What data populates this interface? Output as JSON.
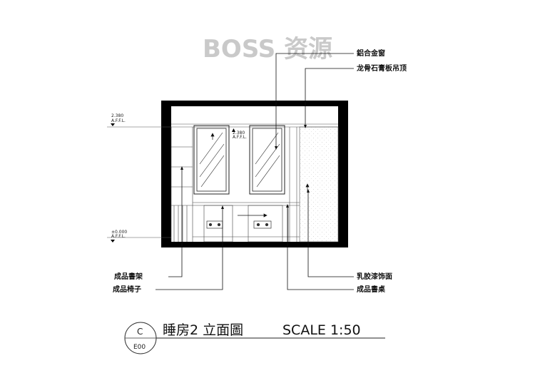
{
  "watermark": "BOSS 资源",
  "callouts": {
    "aluminum_window": "鋁合金窗",
    "ceiling": "龙骨石膏板吊顶",
    "bookshelf": "成品書架",
    "chair": "成品椅子",
    "paint_finish": "乳胶漆饰面",
    "desk": "成品書桌"
  },
  "levels": {
    "ceiling_value": "2.380",
    "ceiling_ref": "A.F.F.L.",
    "window_value": "2.380",
    "window_ref": "A.F.F.L.",
    "floor_value": "±0.000",
    "floor_ref": "A.F.F.L."
  },
  "title": {
    "name": "睡房2 立面圖",
    "scale": "SCALE 1:50",
    "bubble_letter": "C",
    "bubble_code": "E00"
  }
}
